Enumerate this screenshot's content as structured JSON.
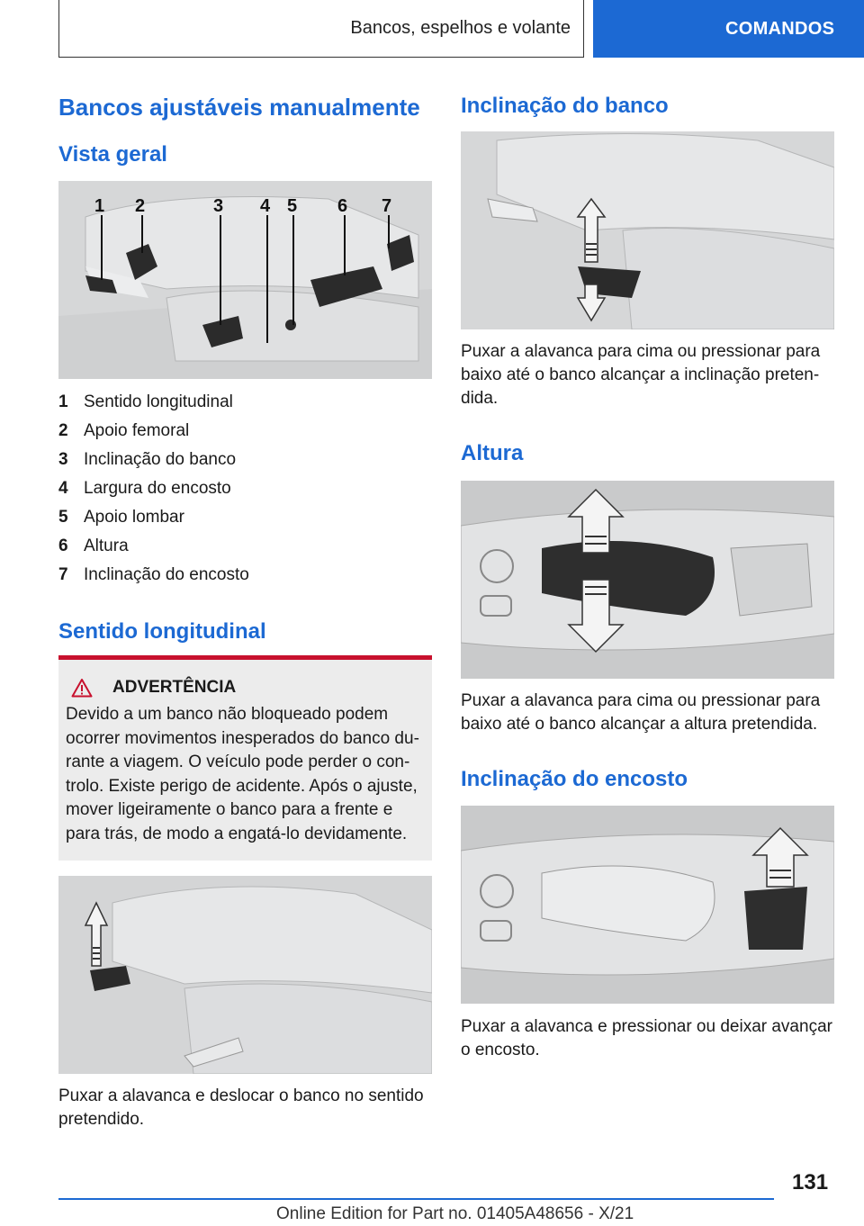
{
  "header": {
    "section_title": "Bancos, espelhos e volante",
    "chapter": "COMANDOS"
  },
  "left": {
    "title": "Bancos ajustáveis manualmente",
    "overview_heading": "Vista geral",
    "callout_numbers": [
      "1",
      "2",
      "3",
      "4",
      "5",
      "6",
      "7"
    ],
    "legend": [
      {
        "num": "1",
        "label": "Sentido longitudinal"
      },
      {
        "num": "2",
        "label": "Apoio femoral"
      },
      {
        "num": "3",
        "label": "Inclinação do banco"
      },
      {
        "num": "4",
        "label": "Largura do encosto"
      },
      {
        "num": "5",
        "label": "Apoio lombar"
      },
      {
        "num": "6",
        "label": "Altura"
      },
      {
        "num": "7",
        "label": "Inclinação do encosto"
      }
    ],
    "longitudinal_heading": "Sentido longitudinal",
    "warning_title": "ADVERTÊNCIA",
    "warning_text": "Devido a um banco não bloqueado podem ocorrer movimentos inesperados do banco du­rante a viagem. O veículo pode perder o con­trolo. Existe perigo de acidente. Após o ajuste, mover ligeiramente o banco para a frente e para trás, de modo a engatá-lo devidamente.",
    "longitudinal_text": "Puxar a alavanca e deslocar o banco no sentido pretendido."
  },
  "right": {
    "seat_tilt_heading": "Inclinação do banco",
    "seat_tilt_text": "Puxar a alavanca para cima ou pressionar para baixo até o banco alcançar a inclinação preten­dida.",
    "height_heading": "Altura",
    "height_text": "Puxar a alavanca para cima ou pressionar para baixo até o banco alcançar a altura pretendida.",
    "backrest_heading": "Inclinação do encosto",
    "backrest_text": "Puxar a alavanca e pressionar ou deixar avançar o encosto."
  },
  "footer": {
    "page_number": "131",
    "edition": "Online Edition for Part no. 01405A48656 - X/21"
  },
  "colors": {
    "accent": "#1c69d3",
    "warning": "#c8112e",
    "warning_bg": "#ececec"
  }
}
